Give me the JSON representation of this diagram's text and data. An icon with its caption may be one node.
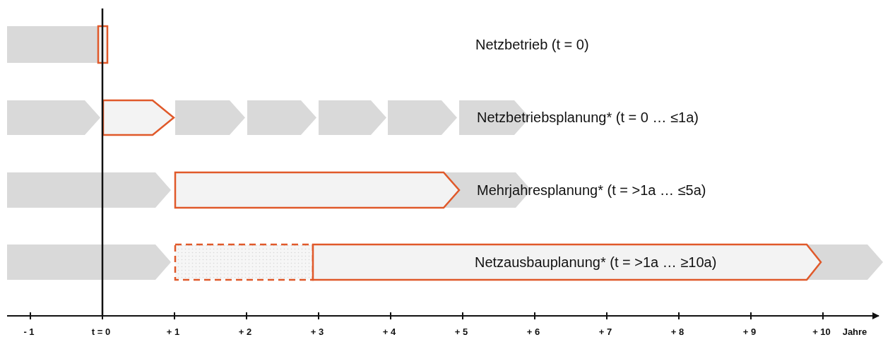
{
  "diagram": {
    "labels": [
      "Netzbetrieb (t = 0)",
      "Netzbetriebsplanung* (t = 0 … ≤1a)",
      "Mehrjahresplanung* (t = >1a … ≤5a)",
      "Netzausbauplanung* (t = >1a … ≥10a)",
      "- 1",
      "t = 0",
      "+ 1",
      "+ 2",
      "+ 3",
      "+ 4",
      "+ 5",
      "+ 6",
      "+ 7",
      "+ 8",
      "+ 9",
      "+ 10",
      "Jahre"
    ]
  }
}
